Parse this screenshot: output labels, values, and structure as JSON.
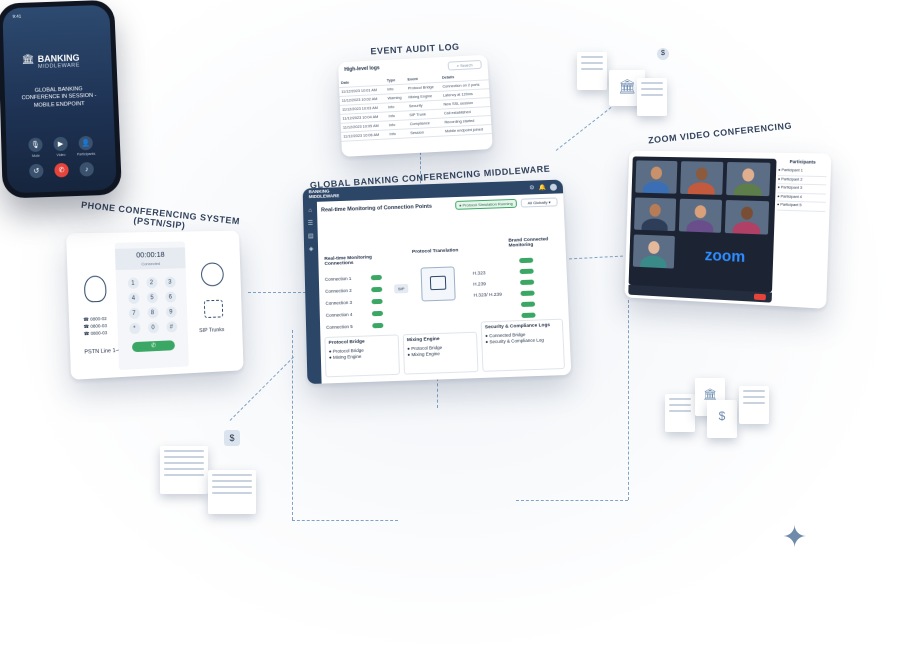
{
  "labels": {
    "audit": "EVENT AUDIT LOG",
    "middleware": "GLOBAL BANKING CONFERENCING MIDDLEWARE",
    "pstn": "PHONE CONFERENCING SYSTEM (PSTN/SIP)",
    "zoom": "ZOOM VIDEO CONFERENCING"
  },
  "audit": {
    "header": "High-level logs",
    "search": "Search",
    "rows": [
      [
        "Date",
        "Type",
        "Event",
        "Details"
      ],
      [
        "11/12/2023 10:01 AM",
        "Info",
        "Protocol Bridge",
        "Connection on 2 ports"
      ],
      [
        "11/12/2023 10:02 AM",
        "Warning",
        "Mixing Engine",
        "Latency at 120ms"
      ],
      [
        "11/12/2023 10:03 AM",
        "Info",
        "Security",
        "New SSL session"
      ],
      [
        "11/12/2023 10:04 AM",
        "Info",
        "SIP Trunk",
        "Call established"
      ],
      [
        "11/12/2023 10:05 AM",
        "Info",
        "Compliance",
        "Recording started"
      ],
      [
        "11/12/2023 10:06 AM",
        "Info",
        "Session",
        "Mobile endpoint joined"
      ]
    ]
  },
  "middleware": {
    "logo": "BANKING MIDDLEWARE",
    "status": "Protocol Simulation Running",
    "filter": "All Globally",
    "section_title": "Real-time Monitoring of Connection Points",
    "monitor_title": "Real-time Monitoring Connections",
    "connections": [
      "Connection 1",
      "Connection 2",
      "Connection 3",
      "Connection 4",
      "Connection 5"
    ],
    "sip": "SIP",
    "protocol_title": "Protocol Translation",
    "protocols": [
      "H.323",
      "H.239",
      "H.323/ H.239"
    ],
    "brand_title": "Brand Connected Monitoring",
    "bridge_title": "Protocol Bridge",
    "bridge_items": [
      "Protocol Bridge",
      "Mixing Engine"
    ],
    "mixing_title": "Mixing Engine",
    "mixing_items": [
      "Protocol Bridge",
      "Mixing Engine"
    ],
    "security_title": "Security & Compliance Logs",
    "security_items": [
      "Connected Bridge",
      "Security & Compliance Log"
    ]
  },
  "pstn": {
    "timer": "00:00:18",
    "status": "Connected",
    "keys": [
      "1",
      "2",
      "3",
      "4",
      "5",
      "6",
      "7",
      "8",
      "9",
      "*",
      "0",
      "#"
    ],
    "lines": [
      "0800-02",
      "0800-03",
      "0800-03"
    ],
    "line_caption": "PSTN Line 1-4",
    "trunk_caption": "SIP Trunks"
  },
  "zoom": {
    "brand": "zoom",
    "panel_title": "Participants",
    "participants": [
      "Participant 1",
      "Participant 2",
      "Participant 3",
      "Participant 4",
      "Participant 5"
    ],
    "colors": {
      "brand": "#2d8cff"
    }
  },
  "mobile": {
    "logo_line1": "BANKING",
    "logo_line2": "MIDDLEWARE",
    "message": "GLOBAL BANKING CONFERENCE IN SESSION - MOBILE ENDPOINT",
    "time": "9:41",
    "controls": [
      "Mute",
      "Video",
      "Participants"
    ]
  },
  "colors": {
    "accent": "#2c4668",
    "green": "#3aa864",
    "end_call": "#e5443b"
  }
}
